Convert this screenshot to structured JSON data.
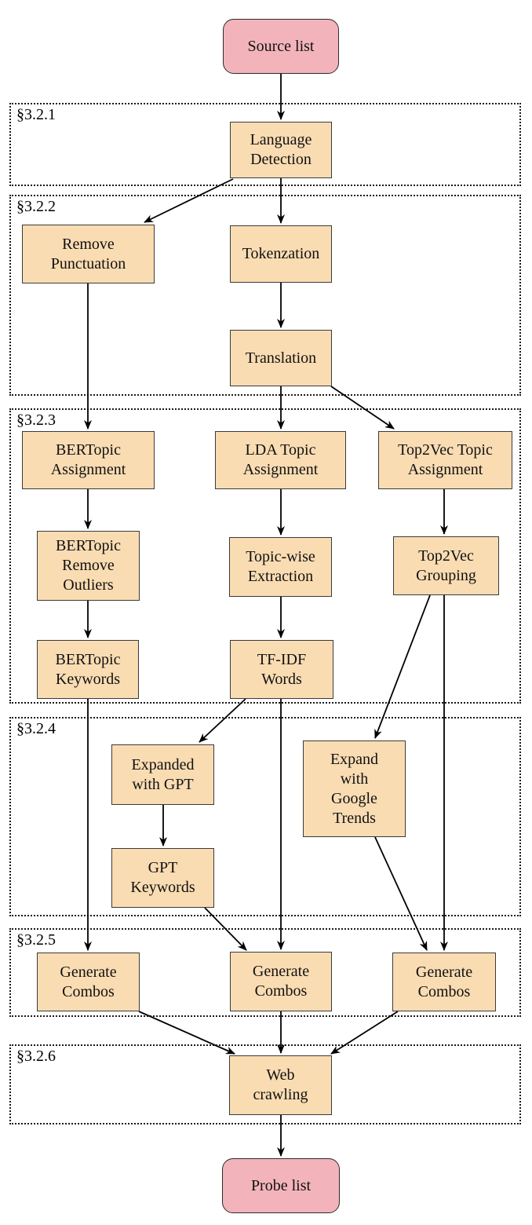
{
  "colors": {
    "terminal_fill": "#f2b4ba",
    "process_fill": "#fadcb3",
    "node_border": "#3a3a3a",
    "arrow": "#000000",
    "section_border": "#1a1a1a",
    "background": "#ffffff"
  },
  "sections": {
    "s321": {
      "label": "§3.2.1"
    },
    "s322": {
      "label": "§3.2.2"
    },
    "s323": {
      "label": "§3.2.3"
    },
    "s324": {
      "label": "§3.2.4"
    },
    "s325": {
      "label": "§3.2.5"
    },
    "s326": {
      "label": "§3.2.6"
    }
  },
  "nodes": {
    "source": {
      "label": "Source list"
    },
    "language_detection": {
      "label": "Language\nDetection"
    },
    "remove_punctuation": {
      "label": "Remove\nPunctuation"
    },
    "tokenization": {
      "label": "Tokenzation"
    },
    "translation": {
      "label": "Translation"
    },
    "bertopic_assignment": {
      "label": "BERTopic\nAssignment"
    },
    "lda_assignment": {
      "label": "LDA Topic\nAssignment"
    },
    "top2vec_assignment": {
      "label": "Top2Vec Topic\nAssignment"
    },
    "bertopic_outliers": {
      "label": "BERTopic\nRemove\nOutliers"
    },
    "topicwise_extraction": {
      "label": "Topic-wise\nExtraction"
    },
    "top2vec_grouping": {
      "label": "Top2Vec\nGrouping"
    },
    "bertopic_keywords": {
      "label": "BERTopic\nKeywords"
    },
    "tfidf_words": {
      "label": "TF-IDF\nWords"
    },
    "expanded_with_gpt": {
      "label": "Expanded\nwith GPT"
    },
    "expand_google_trends": {
      "label": "Expand\nwith\nGoogle\nTrends"
    },
    "gpt_keywords": {
      "label": "GPT\nKeywords"
    },
    "generate_combos_left": {
      "label": "Generate\nCombos"
    },
    "generate_combos_mid": {
      "label": "Generate\nCombos"
    },
    "generate_combos_right": {
      "label": "Generate\nCombos"
    },
    "web_crawling": {
      "label": "Web\ncrawling"
    },
    "probe": {
      "label": "Probe list"
    }
  },
  "edges": [
    {
      "from": "source",
      "to": "language_detection"
    },
    {
      "from": "language_detection",
      "to": "remove_punctuation"
    },
    {
      "from": "language_detection",
      "to": "tokenization"
    },
    {
      "from": "tokenization",
      "to": "translation"
    },
    {
      "from": "remove_punctuation",
      "to": "bertopic_assignment"
    },
    {
      "from": "translation",
      "to": "lda_assignment"
    },
    {
      "from": "translation",
      "to": "top2vec_assignment"
    },
    {
      "from": "bertopic_assignment",
      "to": "bertopic_outliers"
    },
    {
      "from": "lda_assignment",
      "to": "topicwise_extraction"
    },
    {
      "from": "top2vec_assignment",
      "to": "top2vec_grouping"
    },
    {
      "from": "bertopic_outliers",
      "to": "bertopic_keywords"
    },
    {
      "from": "topicwise_extraction",
      "to": "tfidf_words"
    },
    {
      "from": "bertopic_keywords",
      "to": "generate_combos_left"
    },
    {
      "from": "tfidf_words",
      "to": "expanded_with_gpt"
    },
    {
      "from": "tfidf_words",
      "to": "generate_combos_mid"
    },
    {
      "from": "top2vec_grouping",
      "to": "expand_google_trends"
    },
    {
      "from": "top2vec_grouping",
      "to": "generate_combos_right"
    },
    {
      "from": "expanded_with_gpt",
      "to": "gpt_keywords"
    },
    {
      "from": "gpt_keywords",
      "to": "generate_combos_mid"
    },
    {
      "from": "expand_google_trends",
      "to": "generate_combos_right"
    },
    {
      "from": "generate_combos_left",
      "to": "web_crawling"
    },
    {
      "from": "generate_combos_mid",
      "to": "web_crawling"
    },
    {
      "from": "generate_combos_right",
      "to": "web_crawling"
    },
    {
      "from": "web_crawling",
      "to": "probe"
    }
  ]
}
